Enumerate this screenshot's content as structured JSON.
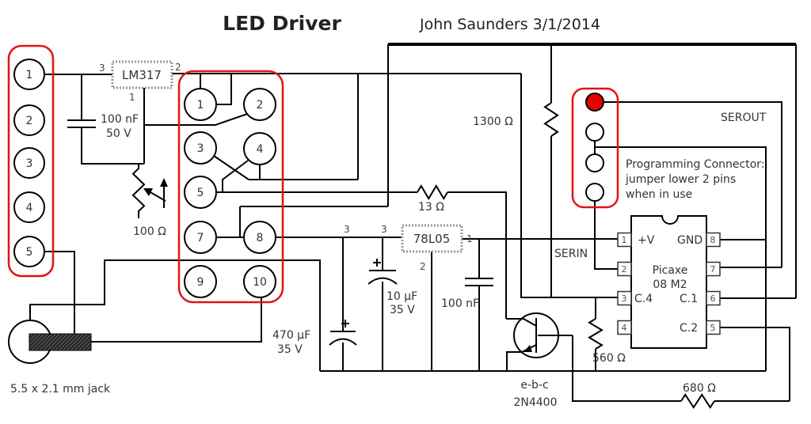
{
  "header": {
    "title": "LED Driver",
    "author": "John Saunders 3/1/2014"
  },
  "colors": {
    "accent_red": "#e01414",
    "wire_black": "#000000"
  },
  "connector_left": {
    "pins": [
      "1",
      "2",
      "3",
      "4",
      "5"
    ]
  },
  "connector_main": {
    "pins": [
      "1",
      "2",
      "3",
      "4",
      "5",
      "7",
      "8",
      "9",
      "10"
    ]
  },
  "programming_connector": {
    "note_line1": "Programming Connector:",
    "note_line2": "jumper lower 2 pins",
    "note_line3": "when in use"
  },
  "regulators": {
    "lm317": {
      "label": "LM317",
      "pin_in": "3",
      "pin_out": "2",
      "pin_adj": "1"
    },
    "l78l05": {
      "label": "78L05",
      "pin_in_a": "3",
      "pin_in_b": "3",
      "pin_out": "1",
      "pin_gnd": "2"
    }
  },
  "capacitors": {
    "c_in": {
      "value": "100 nF",
      "voltage": "50 V"
    },
    "c_bulk": {
      "value": "470 µF",
      "voltage": "35 V"
    },
    "c_10u": {
      "value": "10 µF",
      "voltage": "35 V"
    },
    "c_5v": {
      "value": "100 nF"
    }
  },
  "resistors": {
    "r_pot": "100 Ω",
    "r_13": "13 Ω",
    "r_1300": "1300 Ω",
    "r_560": "560 Ω",
    "r_680": "680 Ω"
  },
  "mcu": {
    "name_line1": "Picaxe",
    "name_line2": "08 M2",
    "left_pins": [
      "1",
      "2",
      "3",
      "4"
    ],
    "right_pins": [
      "8",
      "7",
      "6",
      "5"
    ],
    "labels": {
      "vplus": "+V",
      "gnd": "GND",
      "c4": "C.4",
      "c1": "C.1",
      "c2": "C.2"
    }
  },
  "signals": {
    "serout": "SEROUT",
    "serin": "SERIN"
  },
  "transistor": {
    "pinout": "e-b-c",
    "part": "2N4400"
  },
  "jack": {
    "label": "5.5 x 2.1 mm jack"
  }
}
